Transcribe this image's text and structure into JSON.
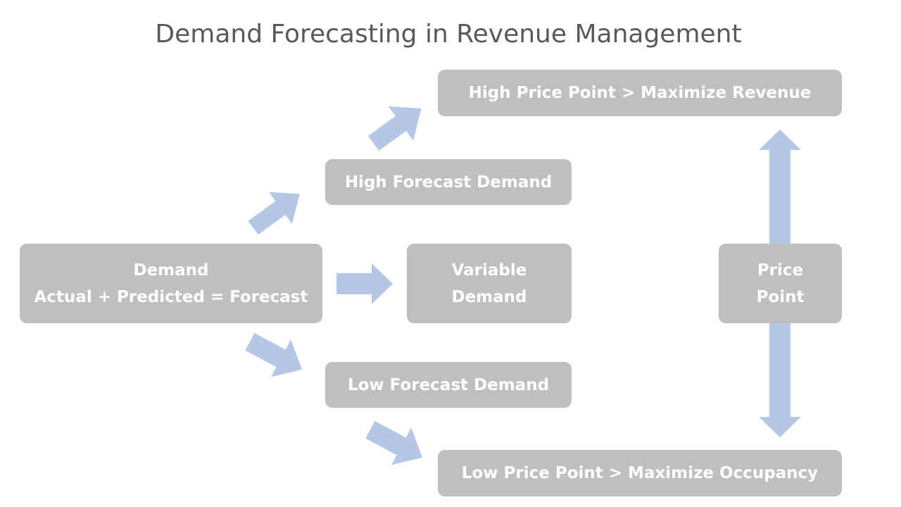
{
  "title": "Demand Forecasting in Revenue Management",
  "colors": {
    "box_fill": "#bfbfbf",
    "box_text": "#ffffff",
    "arrow_fill": "#b4c7e7",
    "title_text": "#595959"
  },
  "nodes": {
    "demand": {
      "line1": "Demand",
      "line2": "Actual + Predicted = Forecast"
    },
    "high_forecast": {
      "label": "High Forecast Demand"
    },
    "variable_demand": {
      "line1": "Variable",
      "line2": "Demand"
    },
    "low_forecast": {
      "label": "Low Forecast Demand"
    },
    "high_price": {
      "label": "High Price Point > Maximize Revenue"
    },
    "low_price": {
      "label": "Low Price Point > Maximize Occupancy"
    },
    "price_point": {
      "line1": "Price",
      "line2": "Point"
    }
  },
  "edges": [
    {
      "from": "demand",
      "to": "high_forecast",
      "icon": "arrow-up-right-icon"
    },
    {
      "from": "demand",
      "to": "variable_demand",
      "icon": "arrow-right-icon"
    },
    {
      "from": "demand",
      "to": "low_forecast",
      "icon": "arrow-down-right-icon"
    },
    {
      "from": "high_forecast",
      "to": "high_price",
      "icon": "arrow-up-right-icon"
    },
    {
      "from": "low_forecast",
      "to": "low_price",
      "icon": "arrow-down-right-icon"
    },
    {
      "from": "price_point",
      "to": "high_price",
      "icon": "arrow-up-icon"
    },
    {
      "from": "price_point",
      "to": "low_price",
      "icon": "arrow-down-icon"
    }
  ]
}
